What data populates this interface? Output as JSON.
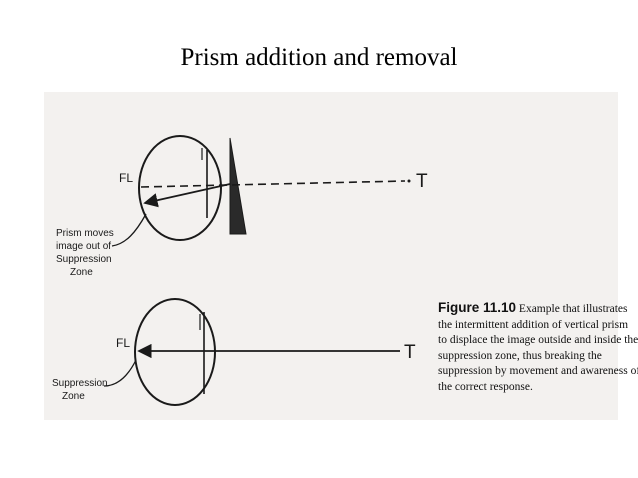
{
  "title": "Prism addition and removal",
  "top_panel": {
    "fl_label": "FL",
    "target_label": "T",
    "annotation_lines": [
      "Prism moves",
      "image out of",
      "Suppression",
      "Zone"
    ]
  },
  "bottom_panel": {
    "fl_label": "FL",
    "target_label": "T",
    "annotation_lines": [
      "Suppression",
      "Zone"
    ]
  },
  "caption": {
    "figure_number": "Figure 11.10",
    "first_line_rest": "Example that illustrates",
    "lines": [
      "the intermittent addition of vertical prism",
      "to displace the image outside and inside the",
      "suppression zone, thus breaking the",
      "suppression by movement and awareness of",
      "the correct response."
    ]
  },
  "colors": {
    "ink": "#1a1a1a",
    "scan_background": "#f3f1ef"
  }
}
